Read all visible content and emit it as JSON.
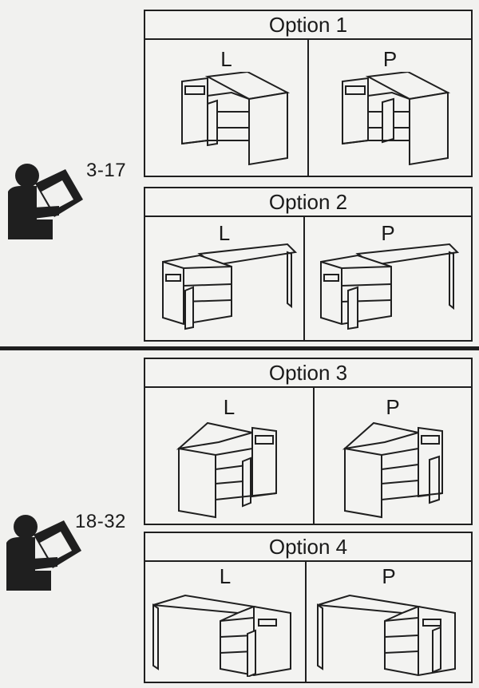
{
  "groups": [
    {
      "steps": "3-17",
      "options": [
        {
          "title": "Option 1",
          "left_label": "L",
          "right_label": "P",
          "style": "cabinet-left"
        },
        {
          "title": "Option 2",
          "left_label": "L",
          "right_label": "P",
          "style": "cabinet-left-long"
        }
      ]
    },
    {
      "steps": "18-32",
      "options": [
        {
          "title": "Option 3",
          "left_label": "L",
          "right_label": "P",
          "style": "cabinet-right"
        },
        {
          "title": "Option 4",
          "left_label": "L",
          "right_label": "P",
          "style": "cabinet-right-long"
        }
      ]
    }
  ],
  "icons": {
    "reader": "person-reading-manual-icon",
    "desk": "corner-desk-icon"
  },
  "colors": {
    "ink": "#1f1f1f",
    "paper": "#f1f1ef"
  }
}
